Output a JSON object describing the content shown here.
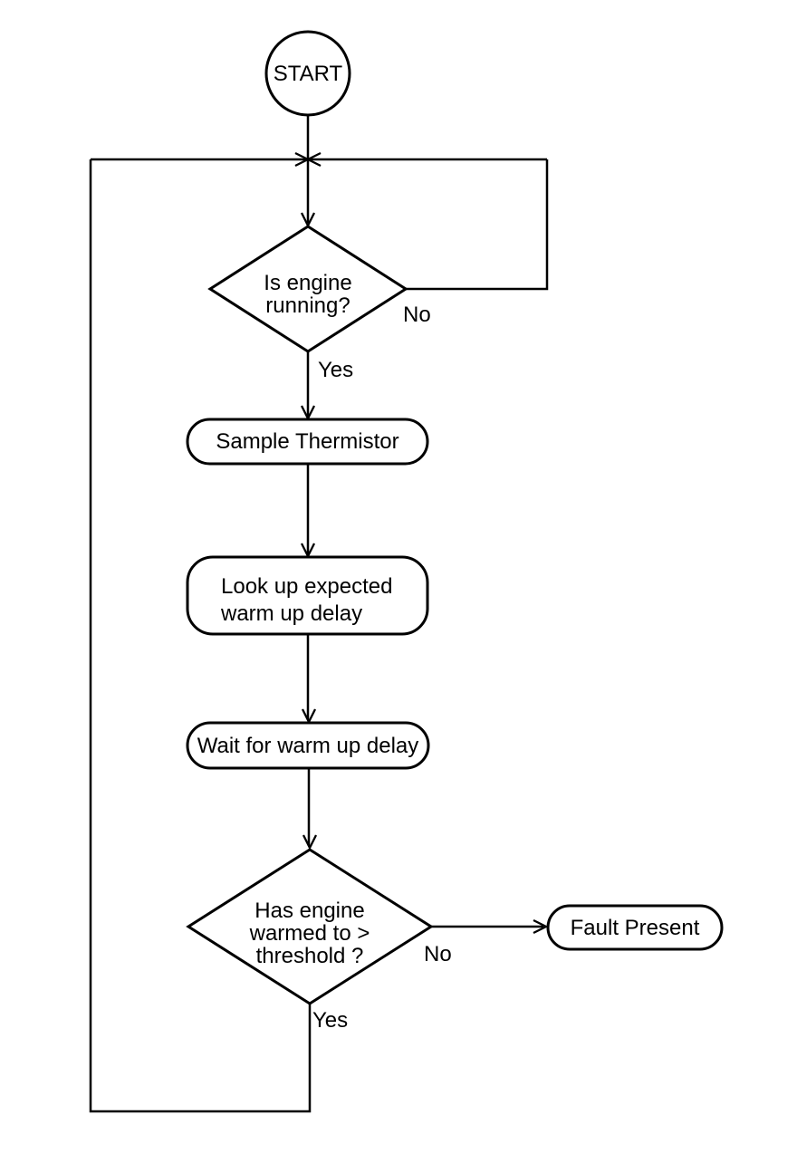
{
  "flowchart": {
    "nodes": {
      "start": {
        "label": "START"
      },
      "decision_engine_running": {
        "line1": "Is engine",
        "line2": "running?"
      },
      "sample_thermistor": {
        "label": "Sample Thermistor"
      },
      "lookup_warmup_delay": {
        "line1": "Look up expected",
        "line2": "warm up delay"
      },
      "wait_warmup_delay": {
        "label": "Wait for warm up delay"
      },
      "decision_warmed_threshold": {
        "line1": "Has engine",
        "line2": "warmed to >",
        "line3": "threshold ?"
      },
      "fault_present": {
        "label": "Fault Present"
      }
    },
    "edge_labels": {
      "engine_running_no": "No",
      "engine_running_yes": "Yes",
      "warmed_no": "No",
      "warmed_yes": "Yes"
    },
    "colors": {
      "line": "#000000",
      "background": "#ffffff"
    }
  }
}
